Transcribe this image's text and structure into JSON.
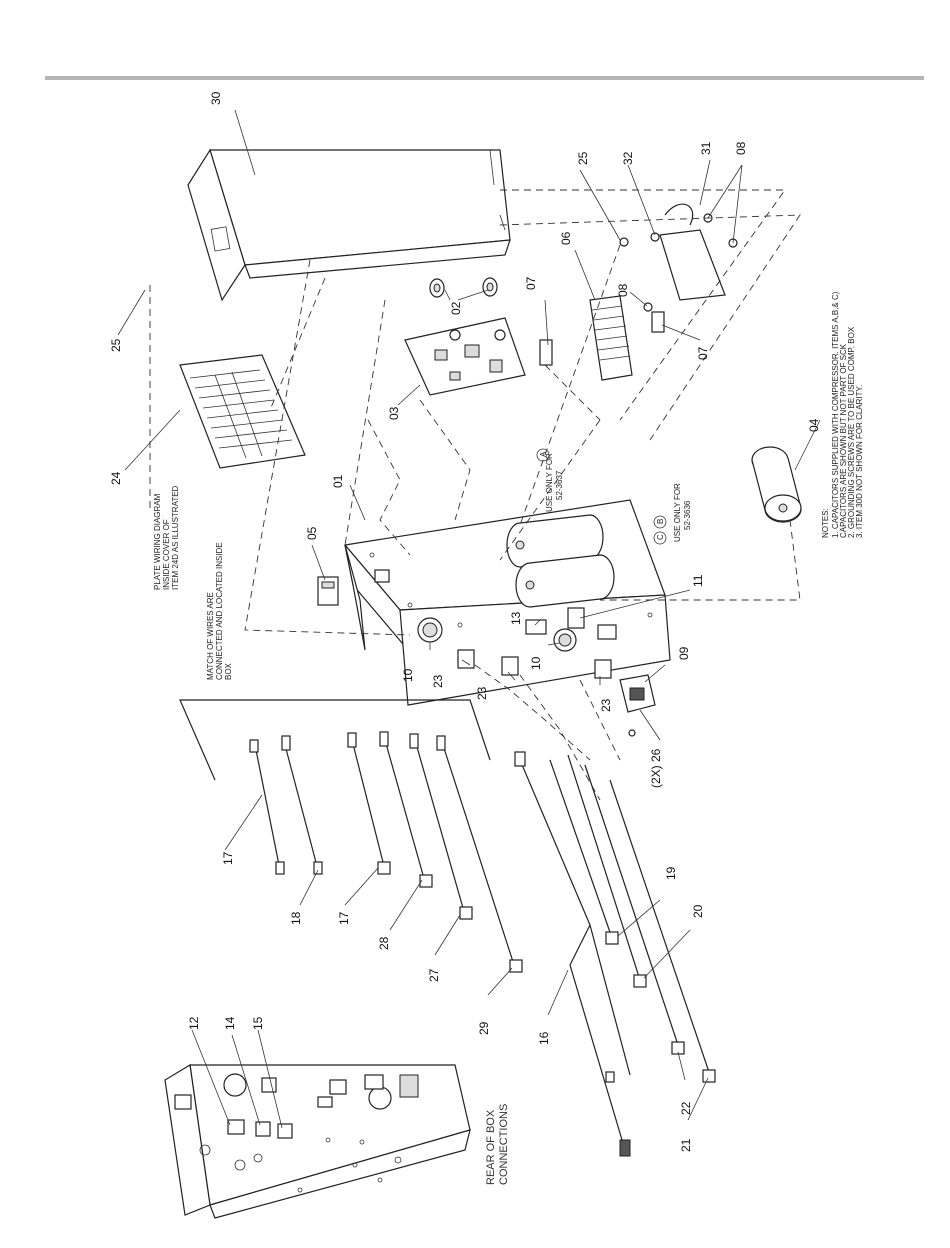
{
  "callouts": {
    "c01": "01",
    "c02": "02",
    "c03": "03",
    "c04": "04",
    "c05": "05",
    "c06": "06",
    "c07a": "07",
    "c07b": "07",
    "c08a": "08",
    "c08b": "08",
    "c09": "09",
    "c10a": "10",
    "c10b": "10",
    "c11": "11",
    "c12": "12",
    "c13": "13",
    "c14": "14",
    "c15": "15",
    "c16": "16",
    "c17a": "17",
    "c17b": "17",
    "c18": "18",
    "c19": "19",
    "c20": "20",
    "c21": "21",
    "c22": "22",
    "c23a": "23",
    "c23b": "23",
    "c23c": "23",
    "c24": "24",
    "c25a": "25",
    "c25b": "25",
    "c26": "(2X) 26",
    "c27": "27",
    "c28": "28",
    "c29": "29",
    "c30": "30",
    "c31": "31",
    "c32": "32"
  },
  "circle_marks": {
    "a": "A",
    "b": "B",
    "c": "C"
  },
  "annotations": {
    "use_only_a": [
      "USE ONLY FOR",
      "52-3637"
    ],
    "use_only_bc": [
      "USE ONLY FOR",
      "52-3636"
    ],
    "wiring_plate": [
      "PLATE WIRING DIAGRAM",
      "INSIDE COVER OF",
      "ITEM 24D AS ILLUSTRATED"
    ],
    "match_wires": [
      "MATCH OF WIRES ARE",
      "CONNECTED AND LOCATED INSIDE",
      "BOX"
    ],
    "rear_box": [
      "REAR OF BOX",
      "CONNECTIONS"
    ]
  },
  "notes": {
    "title": "NOTES:",
    "lines": [
      "1.  CAPACITORS SUPPLIED WITH COMPRESSOR. ITEMS A,B,& C)",
      "    CAPACITORS ARE SHOWN BUT NOT PART OF SCK",
      "2.  GROUNDING SCREWS ARE TO BE USED COMP. BOX",
      "3.  ITEM 30D NOT SHOWN FOR CLARITY."
    ]
  }
}
